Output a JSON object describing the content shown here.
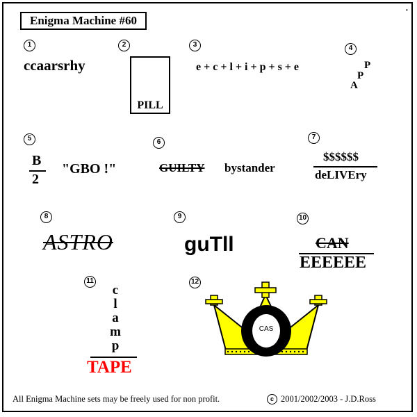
{
  "title": "Enigma Machine #60",
  "puzzles": [
    {
      "number": "1",
      "text": "ccaarsrhy"
    },
    {
      "number": "2",
      "box_label": "PILL"
    },
    {
      "number": "3",
      "text": "e + c + l + i + p + s + e"
    },
    {
      "number": "4",
      "letters": [
        "P",
        "P",
        "A"
      ]
    },
    {
      "number": "5",
      "numerator": "B",
      "denominator": "2",
      "quote": "\"GBO !\""
    },
    {
      "number": "6",
      "struck": "GUILTY",
      "text": "bystander"
    },
    {
      "number": "7",
      "numerator": "$$$$$$",
      "denominator": "deLIVEry"
    },
    {
      "number": "8",
      "struck": "ASTRO"
    },
    {
      "number": "9",
      "text": "guTll"
    },
    {
      "number": "10",
      "struck": "CAN",
      "denominator": "EEEEEE"
    },
    {
      "number": "11",
      "letters": [
        "c",
        "l",
        "a",
        "m",
        "p"
      ],
      "bottom": "TAPE"
    },
    {
      "number": "12",
      "crown_text": "CAS"
    }
  ],
  "footer": {
    "left": "All Enigma Machine sets may be freely used for non profit.",
    "copyright_symbol": "c",
    "right": "2001/2002/2003 - J.D.Ross"
  },
  "colors": {
    "crown": "#ffff00",
    "tape": "#ff0000"
  }
}
